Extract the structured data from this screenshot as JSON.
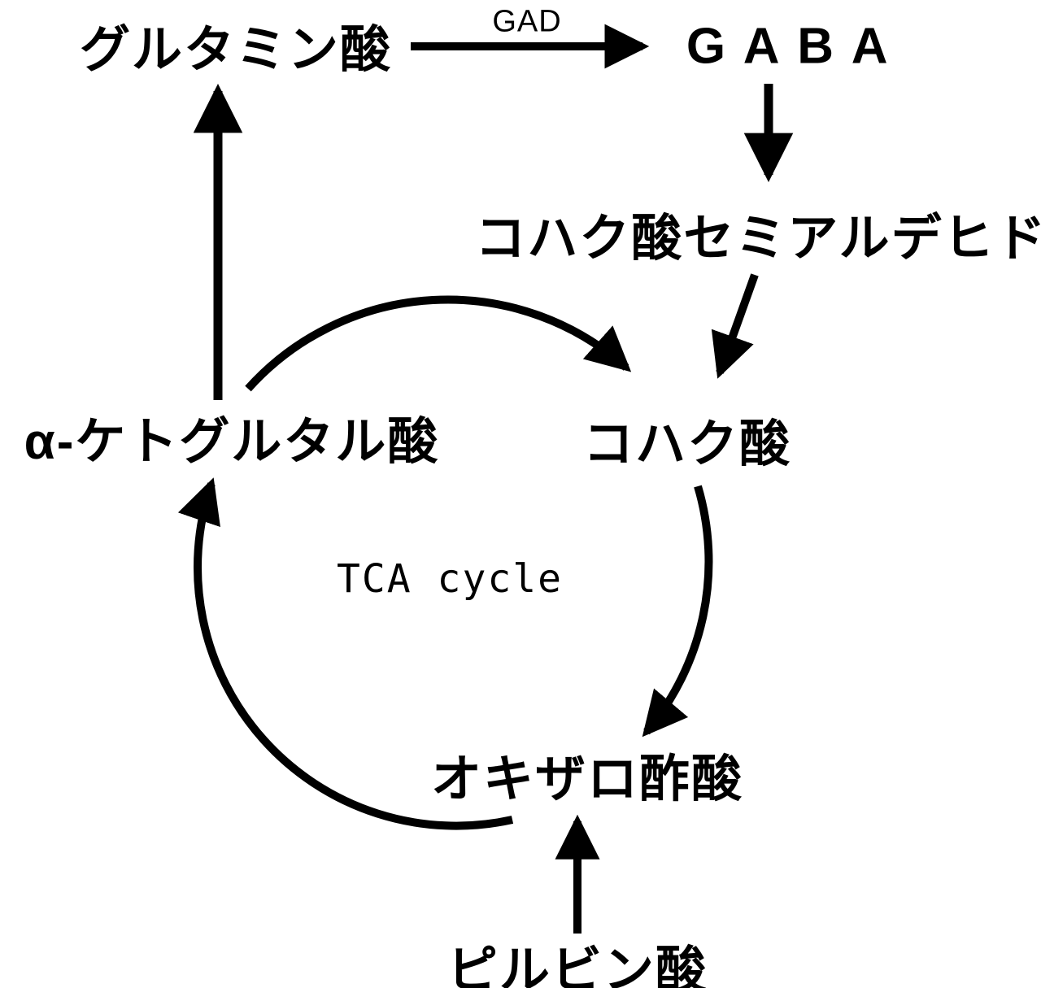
{
  "diagram": {
    "kind": "metabolic-pathway",
    "cycle_label": "TCA cycle",
    "enzyme": {
      "gad": "GAD"
    },
    "nodes": {
      "glutamate": "グルタミン酸",
      "gaba": "GABA",
      "succinic_semialdehyde": "コハク酸セミアルデヒド",
      "alpha_ketoglutarate": "α-ケトグルタル酸",
      "succinate": "コハク酸",
      "oxaloacetate": "オキザロ酢酸",
      "pyruvate": "ピルビン酸"
    },
    "colors": {
      "foreground": "#000000",
      "background": "#ffffff"
    }
  }
}
